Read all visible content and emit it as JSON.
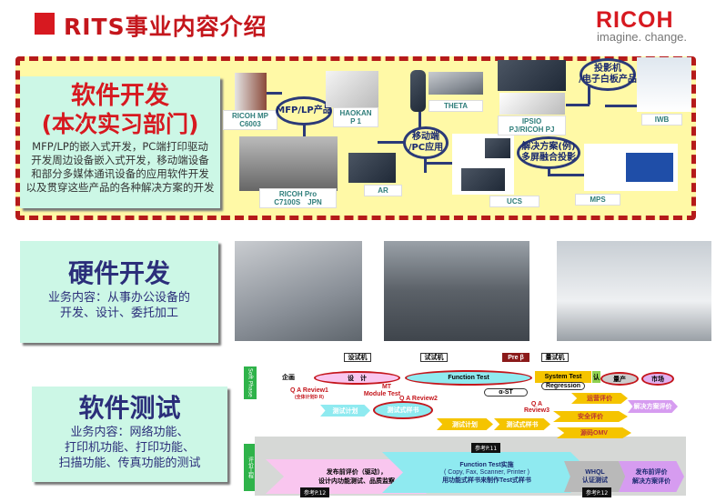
{
  "header": {
    "title": "RITS事业内容介绍",
    "logo": "RICOH",
    "tagline": "imagine. change."
  },
  "software_dev": {
    "title": "软件开发",
    "subtitle": "(本次实习部门)",
    "description": [
      "MFP/LP的嵌入式开发，PC端打印驱动",
      "开发周边设备嵌入式开发，移动端设备",
      "和部分多媒体通讯设备的应用软件开发",
      "以及贯穿这些产品的各种解决方案的开发"
    ],
    "products": {
      "mp": [
        "RICOH MP",
        "C6003"
      ],
      "haokan": [
        "HAOKAN",
        "P 1"
      ],
      "pro": [
        "RICOH Pro",
        "C7100S　JPN"
      ],
      "ar": "AR",
      "theta": "THETA",
      "ucs": "UCS",
      "ipsio": [
        "IPSIO",
        "PJ/RICOH PJ"
      ],
      "iwb": "IWB",
      "mps": "MPS"
    },
    "hubs": {
      "mfp": "MFP/LP产品",
      "mobile": [
        "移动端",
        "/PC应用"
      ],
      "projector": [
        "投影机",
        "/电子白板产品"
      ],
      "solution": [
        "解决方案(例)",
        "多屏融合投影"
      ]
    }
  },
  "hardware_dev": {
    "title": "硬件开发",
    "description": [
      "业务内容：从事办公设备的",
      "开发、设计、委托加工"
    ]
  },
  "software_test": {
    "title": "软件测试",
    "description": [
      "业务内容：网络功能、",
      "打印机功能、打印功能、",
      "扫描功能、传真功能的测试"
    ]
  },
  "flow": {
    "phase_label": "Soft Phase",
    "bottom_label": "评价工程",
    "top": {
      "plan": "企画",
      "design": "设　计",
      "function_test": "Function Test",
      "system_test": "System Test",
      "cert": "认",
      "mass": "量产",
      "market": "市场",
      "tag1": "设试机",
      "tag2": "试试机",
      "tag3": "量试机",
      "pre": "Pre β",
      "mt": "MT",
      "module_test": "Module Test",
      "alpha": "α-ST",
      "regression": "Regression",
      "qa1": "Q A  Review1",
      "qa1_sub": "(全体计划D R)",
      "qa2": "Q A  Review2",
      "qa3": [
        "Q A",
        "Review3"
      ],
      "test_plan": "测试计划",
      "test_spec": "测试式样书",
      "test_plan2": "测试计划",
      "test_spec2": "测试式样书",
      "eval1": "运营评价",
      "eval2": "安全评价",
      "omv": "源码OMV",
      "sol_eval": "解决方案评价"
    },
    "bottom": {
      "pre_release": [
        "发布前评价（驱动），",
        "设计内功能测试、品质监察"
      ],
      "ft": [
        "Function Test实施",
        "( Copy, Fax, Scanner, Printer )",
        "用功能式样书来制作Test式样书"
      ],
      "whql": [
        "WHQL",
        "认证测试"
      ],
      "release": [
        "发布前评价",
        "解决方案评价"
      ],
      "ref1": "参考P.11",
      "ref2": "参考P.12",
      "ref3": "参考P.12"
    }
  }
}
